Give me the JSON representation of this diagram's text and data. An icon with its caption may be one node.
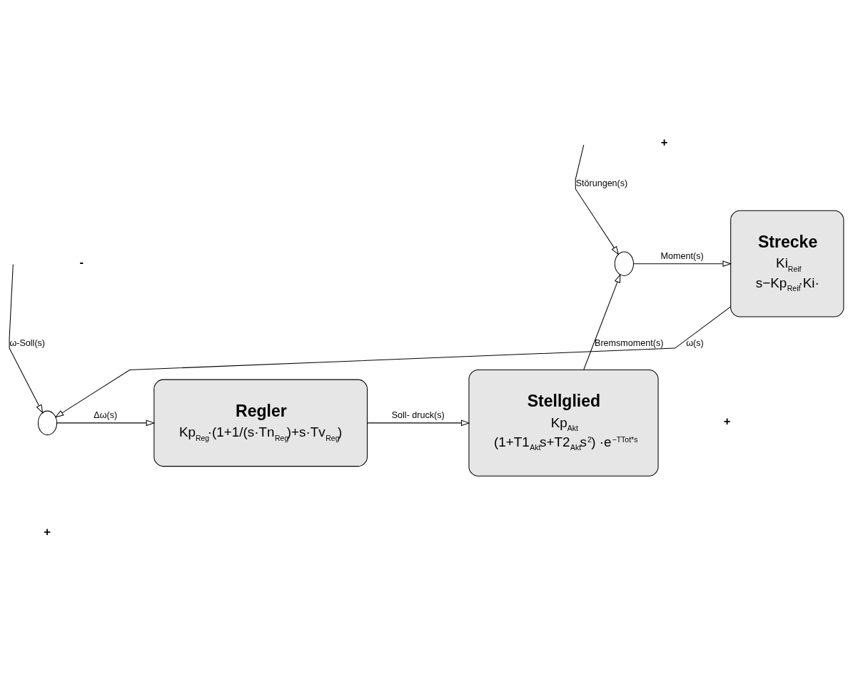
{
  "diagram": {
    "nodes": [
      {
        "text": [
          "Strecke",
          "Ki$_{Reif}$",
          "s−Kp$_{Reif}$·Ki·"
        ]
      },
      {
        "text": [],
        "shape": "circle"
      },
      {
        "text": [
          "Regler",
          "Kp$_{Reg}$·(1+1/(s·Tn$_{Reg}$)+s·Tv$_{Reg}$)"
        ]
      },
      {
        "text": [
          "Stellglied",
          "Kp$_{Akt}$",
          "(1+T1$_{Akt}$s+T2$_{Akt}$s$^{2}$) ·e$^{−TTot*s}$"
        ]
      },
      {
        "text": [],
        "shape": "circle"
      }
    ],
    "edges": [
      {
        "from": null,
        "to": 1,
        "arrow": "to",
        "label": "Störungen(s)"
      },
      {
        "from": 1,
        "to": 0,
        "arrow": "to",
        "label": "Moment(s)"
      },
      {
        "from": 3,
        "to": 1,
        "arrow": "to",
        "label": "Bremsmoment(s)"
      },
      {
        "from": 0,
        "to": 4,
        "arrow": "to",
        "label": "ω(s)"
      },
      {
        "from": null,
        "to": 4,
        "arrow": "to",
        "label": "ω-Soll(s)"
      },
      {
        "from": 4,
        "to": 2,
        "arrow": "to",
        "label": "Δω(s)"
      },
      {
        "from": 2,
        "to": 3,
        "arrow": "to",
        "label": "Soll- druck(s)"
      }
    ],
    "labels": [
      "+",
      "+",
      "-",
      "+"
    ]
  }
}
